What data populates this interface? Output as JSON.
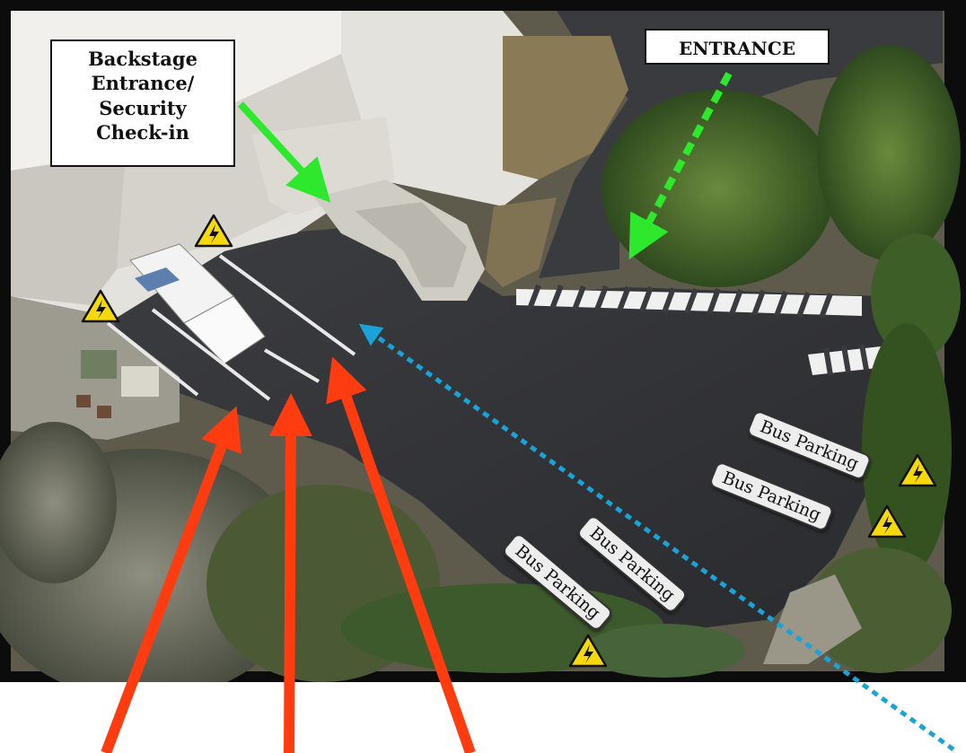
{
  "labels": {
    "backstage": [
      "Backstage",
      "Entrance/",
      "Security",
      "Check-in"
    ],
    "entrance": "ENTRANCE"
  },
  "bus_parking": [
    "Bus Parking",
    "Bus Parking",
    "Bus Parking",
    "Bus Parking"
  ],
  "icons": {
    "hazard": "electrical-hazard-icon"
  },
  "colors": {
    "backstage_arrow": "#2ee82e",
    "entrance_arrow": "#2ee82e",
    "bus_path": "#1aa3d9",
    "parking_arrows": "#ff3b10",
    "hazard": "#f5d90a"
  }
}
